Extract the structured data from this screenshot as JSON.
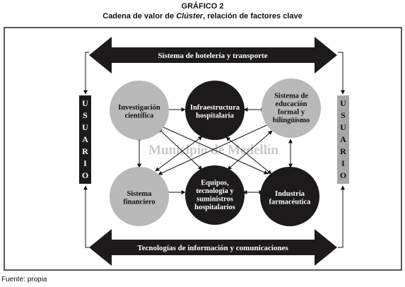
{
  "figure": {
    "label": "GRÁFICO 2",
    "title_before": "Cadena de valor de ",
    "title_italic": "Clúster",
    "title_after": ", relación de factores clave",
    "source": "Fuente: propia"
  },
  "diagram": {
    "watermark": "Municipio de Medellín",
    "top_bar": "Sistema de hotelería y transporte",
    "bottom_bar": "Tecnologías de información y comunicaciones",
    "user_left": [
      "U",
      "S",
      "U",
      "A",
      "R",
      "I",
      "O"
    ],
    "user_right": [
      "U",
      "S",
      "U",
      "A",
      "R",
      "I",
      "O"
    ],
    "nodes": {
      "investigacion": {
        "lines": [
          "Investigación",
          "científica"
        ]
      },
      "infraestructura": {
        "lines": [
          "Infraestructura",
          "hospitalaria"
        ]
      },
      "educacion": {
        "lines": [
          "Sistema de",
          "educación",
          "formal y",
          "bilingüismo"
        ]
      },
      "financiero": {
        "lines": [
          "Sistema",
          "financiero"
        ]
      },
      "equipos": {
        "lines": [
          "Equipos,",
          "tecnología  y",
          "suministros",
          "hospitalarios"
        ]
      },
      "farmaceutica": {
        "lines": [
          "Industria",
          "farmacéutica"
        ]
      }
    },
    "colors": {
      "light_node": "#b9b9b9",
      "dark_node": "#1c1a1b",
      "bar": "#1c1a1b",
      "user_bar": "#a7a7a7",
      "watermark": "#c9c9c9"
    }
  }
}
